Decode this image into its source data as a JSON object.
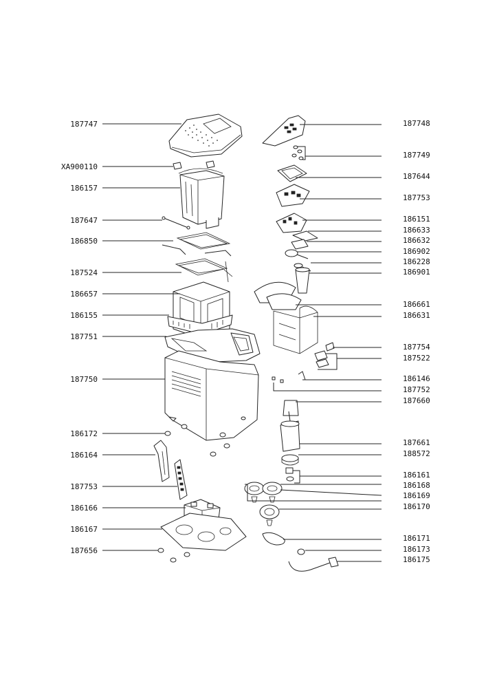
{
  "callouts_left": [
    {
      "code": "187747"
    },
    {
      "code": "XA900110"
    },
    {
      "code": "186157"
    },
    {
      "code": "187647"
    },
    {
      "code": "186850"
    },
    {
      "code": "187524"
    },
    {
      "code": "186657"
    },
    {
      "code": "186155"
    },
    {
      "code": "187751"
    },
    {
      "code": "187750"
    },
    {
      "code": "186172"
    },
    {
      "code": "186164"
    },
    {
      "code": "187753"
    },
    {
      "code": "186166"
    },
    {
      "code": "186167"
    },
    {
      "code": "187656"
    }
  ],
  "callouts_right": [
    {
      "code": "187748"
    },
    {
      "code": "187749"
    },
    {
      "code": "187644"
    },
    {
      "code": "187753"
    },
    {
      "code": "186151"
    },
    {
      "code": "186633"
    },
    {
      "code": "186632"
    },
    {
      "code": "186902"
    },
    {
      "code": "186228"
    },
    {
      "code": "186901"
    },
    {
      "code": "186661"
    },
    {
      "code": "186631"
    },
    {
      "code": "187754"
    },
    {
      "code": "187522"
    },
    {
      "code": "186146"
    },
    {
      "code": "187752"
    },
    {
      "code": "187660"
    },
    {
      "code": "187661"
    },
    {
      "code": "188572"
    },
    {
      "code": "186161"
    },
    {
      "code": "186168"
    },
    {
      "code": "186169"
    },
    {
      "code": "186170"
    },
    {
      "code": "186171"
    },
    {
      "code": "186173"
    },
    {
      "code": "186175"
    }
  ]
}
